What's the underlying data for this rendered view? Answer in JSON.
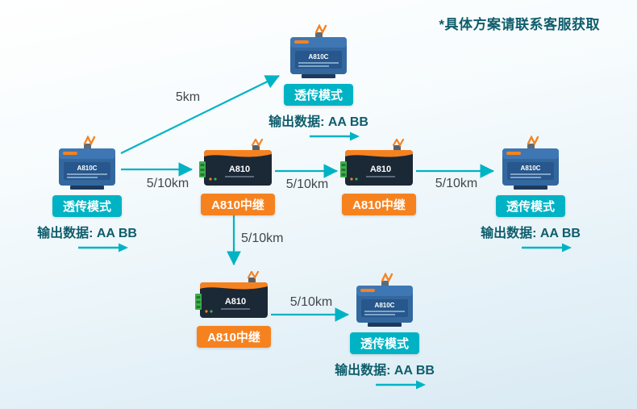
{
  "note": "*具体方案请联系客服获取",
  "colors": {
    "teal": "#00b3c4",
    "orange": "#f6821f",
    "text_dark": "#0e5d6b"
  },
  "device_print": {
    "relay": "A810",
    "transparent": "A810C"
  },
  "nodes": [
    {
      "badge": "透传模式",
      "output_label": "输出数据:",
      "output_value": "AA BB"
    },
    {
      "badge": "透传模式",
      "output_label": "输出数据:",
      "output_value": "AA BB"
    },
    {
      "badge": "A810中继"
    },
    {
      "badge": "A810中继"
    },
    {
      "badge": "透传模式",
      "output_label": "输出数据:",
      "output_value": "AA BB"
    },
    {
      "badge": "A810中继"
    },
    {
      "badge": "透传模式",
      "output_label": "输出数据:",
      "output_value": "AA BB"
    }
  ],
  "links": [
    {
      "label": "5km"
    },
    {
      "label": "5/10km"
    },
    {
      "label": "5/10km"
    },
    {
      "label": "5/10km"
    },
    {
      "label": "5/10km"
    },
    {
      "label": "5/10km"
    }
  ]
}
